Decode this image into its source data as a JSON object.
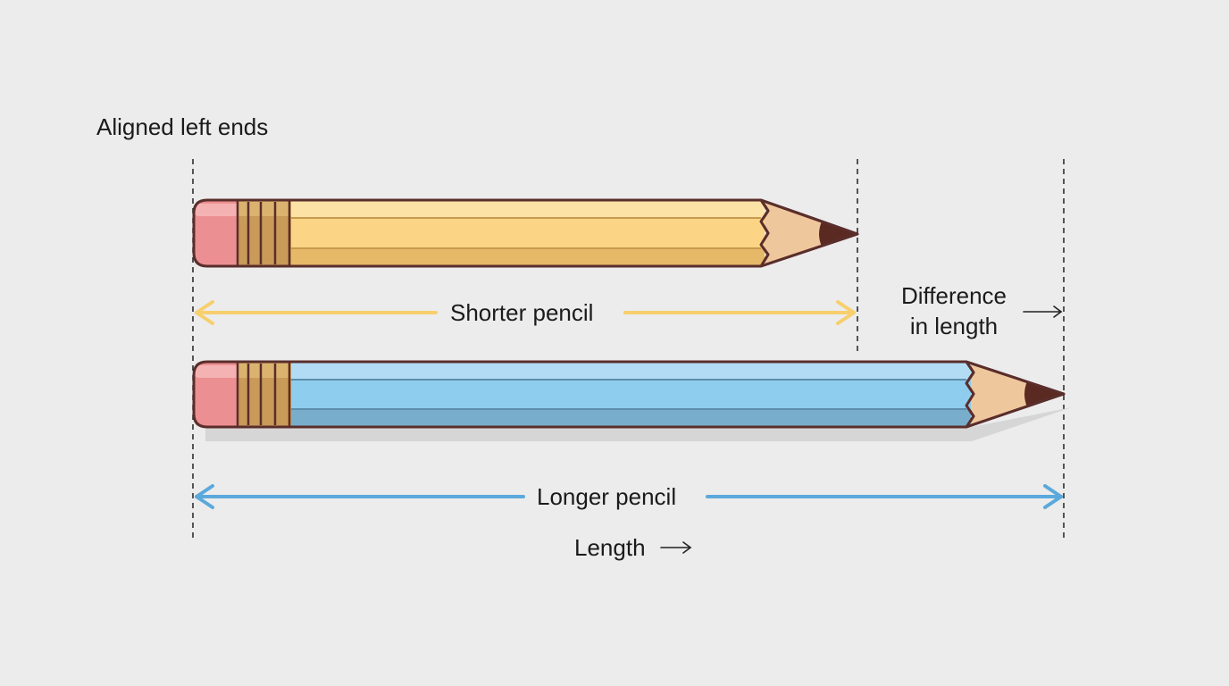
{
  "labels": {
    "aligned": "Aligned left ends",
    "shorter": "Shorter pencil",
    "longer": "Longer pencil",
    "difference_line1": "Difference",
    "difference_line2": "in length",
    "length": "Length"
  },
  "colors": {
    "background": "#ececec",
    "outline": "#5a2e2b",
    "eraser": "#ec8f92",
    "ferrule": "#c99a58",
    "wood": "#efc79c",
    "graphite": "#5a2a22",
    "shorter_body": "#fbd585",
    "shorter_arrow": "#f7cf6e",
    "longer_body": "#8fcdee",
    "longer_arrow": "#5ba9dc",
    "guide_line": "#222222"
  },
  "icons": {
    "arrow": "right-arrow-icon"
  }
}
